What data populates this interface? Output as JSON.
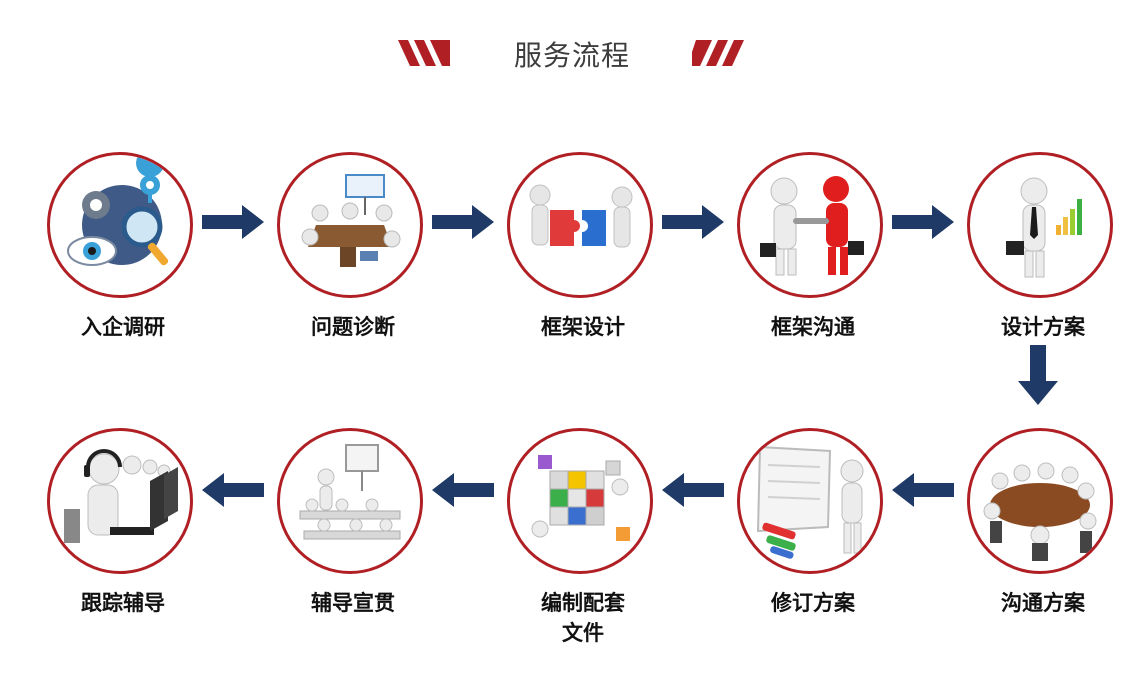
{
  "header": {
    "title": "服务流程"
  },
  "colors": {
    "accent_red": "#b01f24",
    "arrow_navy": "#1f3a66"
  },
  "steps": [
    {
      "label": "入企调研",
      "icon": "research-icon"
    },
    {
      "label": "问题诊断",
      "icon": "meeting-table-icon"
    },
    {
      "label": "框架设计",
      "icon": "puzzle-icon"
    },
    {
      "label": "框架沟通",
      "icon": "handshake-icon"
    },
    {
      "label": "设计方案",
      "icon": "growth-chart-icon"
    },
    {
      "label": "沟通方案",
      "icon": "round-table-icon"
    },
    {
      "label": "修订方案",
      "icon": "whiteboard-icon"
    },
    {
      "label_line1": "编制配套",
      "label_line2": "文件",
      "icon": "cube-blocks-icon"
    },
    {
      "label": "辅导宣贯",
      "icon": "presentation-icon"
    },
    {
      "label": "跟踪辅导",
      "icon": "call-center-icon"
    }
  ]
}
